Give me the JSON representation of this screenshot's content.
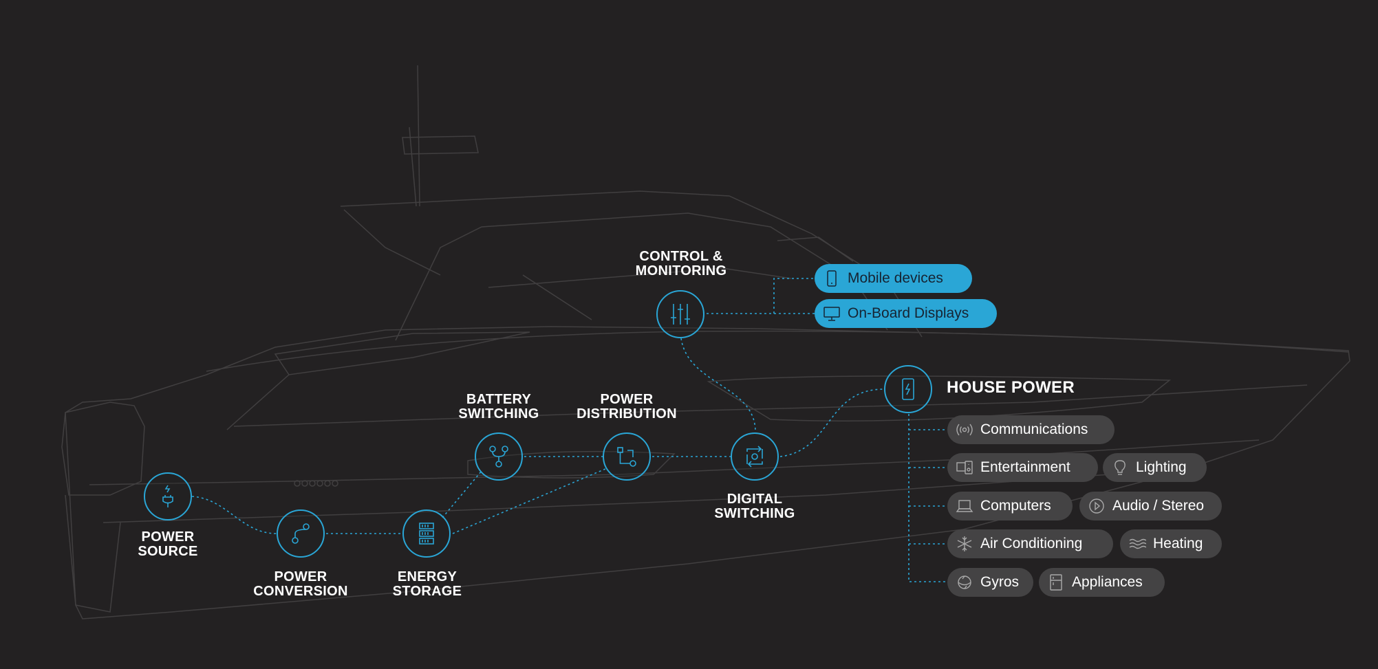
{
  "colors": {
    "background": "#232122",
    "accent": "#2aa6d6",
    "pill": "#444344",
    "text": "#ffffff"
  },
  "nodes": {
    "power_source": {
      "label": "POWER\nSOURCE",
      "icon": "plug-icon"
    },
    "power_conversion": {
      "label": "POWER\nCONVERSION",
      "icon": "branch-icon"
    },
    "energy_storage": {
      "label": "ENERGY\nSTORAGE",
      "icon": "battery-stack-icon"
    },
    "battery_switching": {
      "label": "BATTERY\nSWITCHING",
      "icon": "switch-tree-icon"
    },
    "power_distribution": {
      "label": "POWER\nDISTRIBUTION",
      "icon": "distribution-icon"
    },
    "digital_switching": {
      "label": "DIGITAL\nSWITCHING",
      "icon": "digital-switch-icon"
    },
    "control_monitoring": {
      "label": "CONTROL &\nMONITORING",
      "icon": "sliders-icon"
    },
    "house_power": {
      "label": "HOUSE POWER",
      "icon": "power-phone-icon"
    }
  },
  "displays": [
    {
      "label": "Mobile devices",
      "icon": "mobile-icon"
    },
    {
      "label": "On-Board Displays",
      "icon": "monitor-icon"
    }
  ],
  "house_items": [
    {
      "label": "Communications",
      "icon": "broadcast-icon"
    },
    {
      "label": "Entertainment",
      "icon": "speaker-icon"
    },
    {
      "label": "Lighting",
      "icon": "lightbulb-icon"
    },
    {
      "label": "Computers",
      "icon": "laptop-icon"
    },
    {
      "label": "Audio / Stereo",
      "icon": "play-icon"
    },
    {
      "label": "Air Conditioning",
      "icon": "snowflake-icon"
    },
    {
      "label": "Heating",
      "icon": "heat-waves-icon"
    },
    {
      "label": "Gyros",
      "icon": "gyro-icon"
    },
    {
      "label": "Appliances",
      "icon": "fridge-icon"
    }
  ]
}
